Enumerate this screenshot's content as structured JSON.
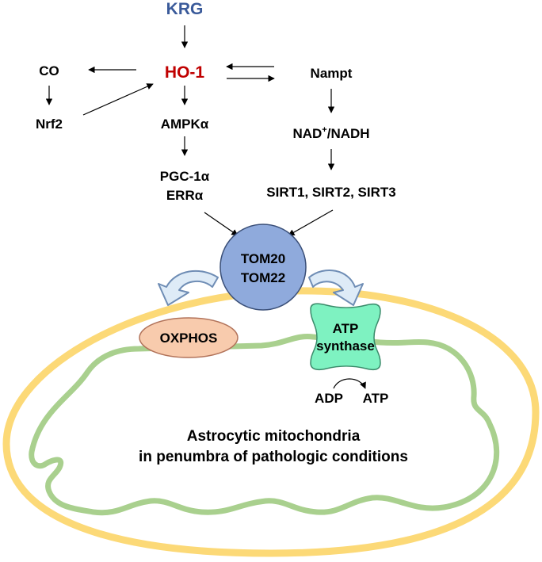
{
  "nodes": {
    "krg": "KRG",
    "ho1": "HO-1",
    "co": "CO",
    "nrf2": "Nrf2",
    "ampk": "AMPKα",
    "nampt": "Nampt",
    "nad_main": "NAD",
    "nad_sup": "+",
    "nad_rest": "/NADH",
    "pgc1a": "PGC-1α",
    "erra": "ERRα",
    "sirt": "SIRT1, SIRT2, SIRT3",
    "tom20": "TOM20",
    "tom22": "TOM22",
    "oxphos": "OXPHOS",
    "atp_synthase_1": "ATP",
    "atp_synthase_2": "synthase",
    "adp": "ADP",
    "atp": "ATP"
  },
  "caption": {
    "line1": "Astrocytic mitochondria",
    "line2": "in penumbra of pathologic conditions"
  },
  "colors": {
    "krg": "#3a5a9a",
    "ho1": "#c00000",
    "outer_membrane": "#fcd977",
    "inner_membrane": "#a9d08e",
    "tom_fill": "#8faadc",
    "oxphos_fill": "#f8cbad",
    "atp_synthase_fill": "#7ef2c1",
    "curved_arrow_fill": "#deebf7",
    "curved_arrow_stroke": "#6f8db5"
  }
}
